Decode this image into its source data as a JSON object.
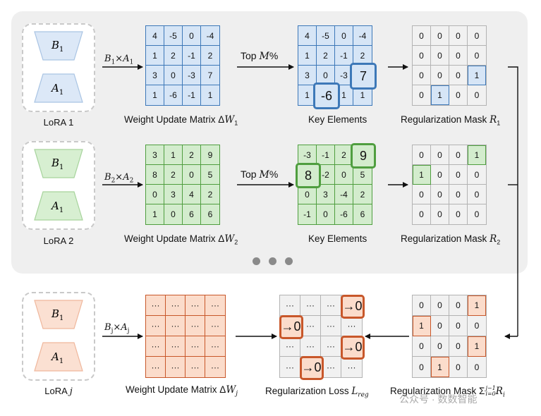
{
  "colors": {
    "blue": {
      "fill": "#d6e5f6",
      "line": "#3d78b8",
      "trap_fill": "#dce8f7",
      "trap_line": "#a9c4e3"
    },
    "green": {
      "fill": "#d3eccd",
      "line": "#4f9e3f",
      "trap_fill": "#d7efd1",
      "trap_line": "#a6d39b"
    },
    "orange": {
      "fill": "#fbdccb",
      "line": "#c8572a",
      "trap_fill": "#fbe0d2",
      "trap_line": "#efb79c"
    },
    "grey": {
      "fill": "#f1f1f1",
      "line": "#b3b3b3"
    }
  },
  "rows": [
    {
      "lora_label": "LoRA 1",
      "b_label": "B",
      "b_sub": "1",
      "a_label": "A",
      "a_sub": "1",
      "product": {
        "b": "B",
        "b_sub": "1",
        "times": "×",
        "a": "A",
        "a_sub": "1"
      },
      "weight_matrix": [
        [
          "4",
          "-5",
          "0",
          "-4"
        ],
        [
          "1",
          "2",
          "-1",
          "2"
        ],
        [
          "3",
          "0",
          "-3",
          "7"
        ],
        [
          "1",
          "-6",
          "-1",
          "1"
        ]
      ],
      "weight_caption": {
        "text": "Weight Update Matrix Δ",
        "sym": "W",
        "sub": "1"
      },
      "topm": {
        "text": "Top ",
        "sym": "M",
        "pct": "%"
      },
      "key_matrix": [
        [
          "4",
          "-5",
          "0",
          "-4"
        ],
        [
          "1",
          "2",
          "-1",
          "2"
        ],
        [
          "3",
          "0",
          "-3",
          "7"
        ],
        [
          "1",
          "-6",
          "1",
          "1"
        ]
      ],
      "key_caption": "Key Elements",
      "mask_matrix": [
        [
          "0",
          "0",
          "0",
          "0"
        ],
        [
          "0",
          "0",
          "0",
          "0"
        ],
        [
          "0",
          "0",
          "0",
          "1"
        ],
        [
          "0",
          "1",
          "0",
          "0"
        ]
      ],
      "mask_caption": {
        "text": "Regularization Mask ",
        "sym": "R",
        "sub": "1"
      }
    },
    {
      "lora_label": "LoRA 2",
      "b_label": "B",
      "b_sub": "1",
      "a_label": "A",
      "a_sub": "1",
      "product": {
        "b": "B",
        "b_sub": "2",
        "times": "×",
        "a": "A",
        "a_sub": "2"
      },
      "weight_matrix": [
        [
          "3",
          "1",
          "2",
          "9"
        ],
        [
          "8",
          "2",
          "0",
          "5"
        ],
        [
          "0",
          "3",
          "4",
          "2"
        ],
        [
          "1",
          "0",
          "6",
          "6"
        ]
      ],
      "weight_caption": {
        "text": "Weight Update Matrix Δ",
        "sym": "W",
        "sub": "2"
      },
      "topm": {
        "text": "Top ",
        "sym": "M",
        "pct": "%"
      },
      "key_matrix": [
        [
          "-3",
          "-1",
          "2",
          "9"
        ],
        [
          "8",
          "-2",
          "0",
          "5"
        ],
        [
          "0",
          "3",
          "-4",
          "2"
        ],
        [
          "-1",
          "0",
          "-6",
          "6"
        ]
      ],
      "key_caption": "Key Elements",
      "mask_matrix": [
        [
          "0",
          "0",
          "0",
          "1"
        ],
        [
          "1",
          "0",
          "0",
          "0"
        ],
        [
          "0",
          "0",
          "0",
          "0"
        ],
        [
          "0",
          "0",
          "0",
          "0"
        ]
      ],
      "mask_caption": {
        "text": "Regularization Mask ",
        "sym": "R",
        "sub": "2"
      }
    }
  ],
  "row_j": {
    "lora_label": "LoRA ",
    "lora_sym": "j",
    "b_label": "B",
    "b_sub": "1",
    "a_label": "A",
    "a_sub": "1",
    "product": {
      "b": "B",
      "b_sub": "j",
      "times": "×",
      "a": "A",
      "a_sub": "j"
    },
    "weight_matrix": [
      [
        "···",
        "···",
        "···",
        "···"
      ],
      [
        "···",
        "···",
        "···",
        "···"
      ],
      [
        "···",
        "···",
        "···",
        "···"
      ],
      [
        "···",
        "···",
        "···",
        "···"
      ]
    ],
    "weight_caption": {
      "text": "Weight Update Matrix Δ",
      "sym": "W",
      "sub": "j"
    },
    "loss_matrix": [
      [
        "···",
        "···",
        "···",
        "→0"
      ],
      [
        "→0",
        "···",
        "···",
        "···"
      ],
      [
        "···",
        "···",
        "···",
        "→0"
      ],
      [
        "···",
        "→0",
        "···",
        "···"
      ]
    ],
    "loss_caption": {
      "text": "Regularization Loss ",
      "sym": "L",
      "sub": "reg"
    },
    "mask_matrix": [
      [
        "0",
        "0",
        "0",
        "1"
      ],
      [
        "1",
        "0",
        "0",
        "0"
      ],
      [
        "0",
        "0",
        "0",
        "1"
      ],
      [
        "0",
        "1",
        "0",
        "0"
      ]
    ],
    "mask_caption": {
      "text": "Regularization Mask Σ",
      "sub": "i=0",
      "sup": "j−1",
      "sym": "R",
      "sym_sub": "i"
    }
  },
  "watermark": "公众号 · 数数智能"
}
